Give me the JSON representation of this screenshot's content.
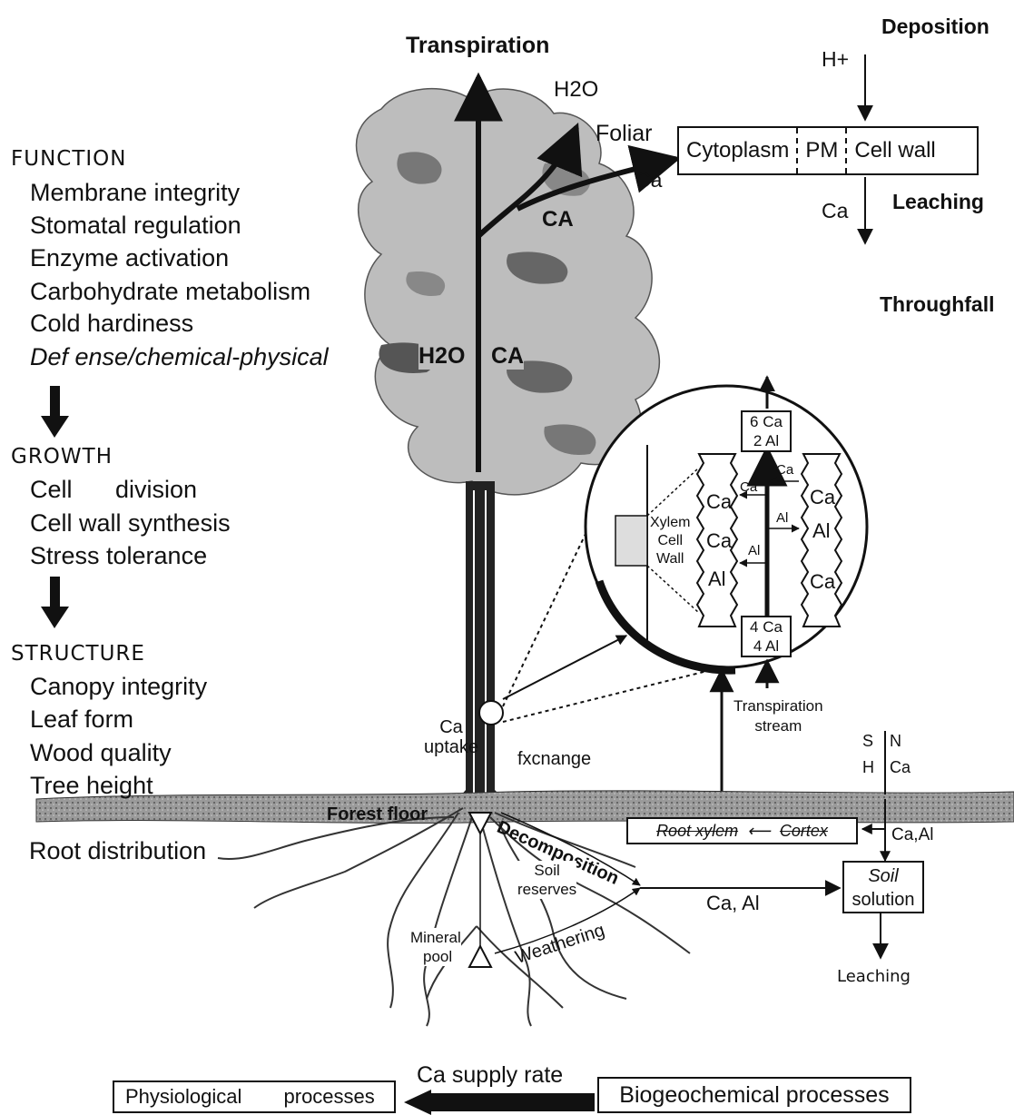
{
  "left": {
    "function": {
      "heading": "FUNCTION",
      "items": [
        "Membrane integrity",
        "Stomatal regulation",
        "Enzyme activation",
        "Carbohydrate metabolism",
        "Cold hardiness",
        "Def ense/chemical-physical"
      ]
    },
    "growth": {
      "heading": "GROWTH",
      "items": [
        "Cell division",
        "Cell wall synthesis",
        "Stress tolerance"
      ]
    },
    "structure": {
      "heading": "STRUCTURE",
      "items": [
        "Canopy integrity",
        "Leaf form",
        "Wood quality",
        "Tree height"
      ]
    },
    "root_distribution": "Root distribution"
  },
  "top": {
    "transpiration": "Transpiration",
    "h2o": "H2O",
    "foliar": "Foliar",
    "ca": "Ca",
    "deposition": "Deposition",
    "hplus": "H+",
    "leaching": "Leaching",
    "ca_leach": "Ca",
    "throughfall": "Throughfall",
    "cell": {
      "cytoplasm": "Cytoplasm",
      "pm": "PM",
      "cell_wall": "Cell wall"
    }
  },
  "tree": {
    "ca_crown": "CA",
    "h2o_trunk": "H2O",
    "ca_trunk": "CA",
    "ca_uptake": [
      "Ca",
      "uptake"
    ],
    "exchange": "fxcnange",
    "forest_floor": "Forest floor",
    "decomposition": "Decomposition",
    "soil_reserves": [
      "Soil",
      "reserves"
    ],
    "mineral_pool": [
      "Mineral",
      "pool"
    ],
    "weathering": "Weathering"
  },
  "xylem": {
    "label": [
      "Xylem",
      "Cell",
      "Wall"
    ],
    "top_box": [
      "6 Ca",
      "2 Al"
    ],
    "bottom_box": [
      "4 Ca",
      "4 Al"
    ],
    "left_column": [
      "Ca",
      "Ca",
      "Al"
    ],
    "right_column": [
      "Ca",
      "Al",
      "Ca"
    ],
    "arrow_labels": {
      "ca_right": "Ca",
      "ca_left": "Ca",
      "al_mid_right": "Al",
      "al_mid_left": "Al"
    },
    "transpiration_stream": [
      "Transpiration",
      "stream"
    ]
  },
  "soil": {
    "s_label": "S",
    "n_label": "N",
    "h_label": "H",
    "ca_label": "Ca",
    "root_xylem": "Root xylem",
    "cortex": "Cortex",
    "ca_al_right": "Ca,Al",
    "ca_al": "Ca, Al",
    "soil_solution": [
      "Soil",
      "solution"
    ],
    "leaching": "Leaching"
  },
  "bottom": {
    "physiological": "Physiological processes",
    "ca_supply_rate": "Ca supply rate",
    "biogeochemical": "Biogeochemical processes"
  }
}
